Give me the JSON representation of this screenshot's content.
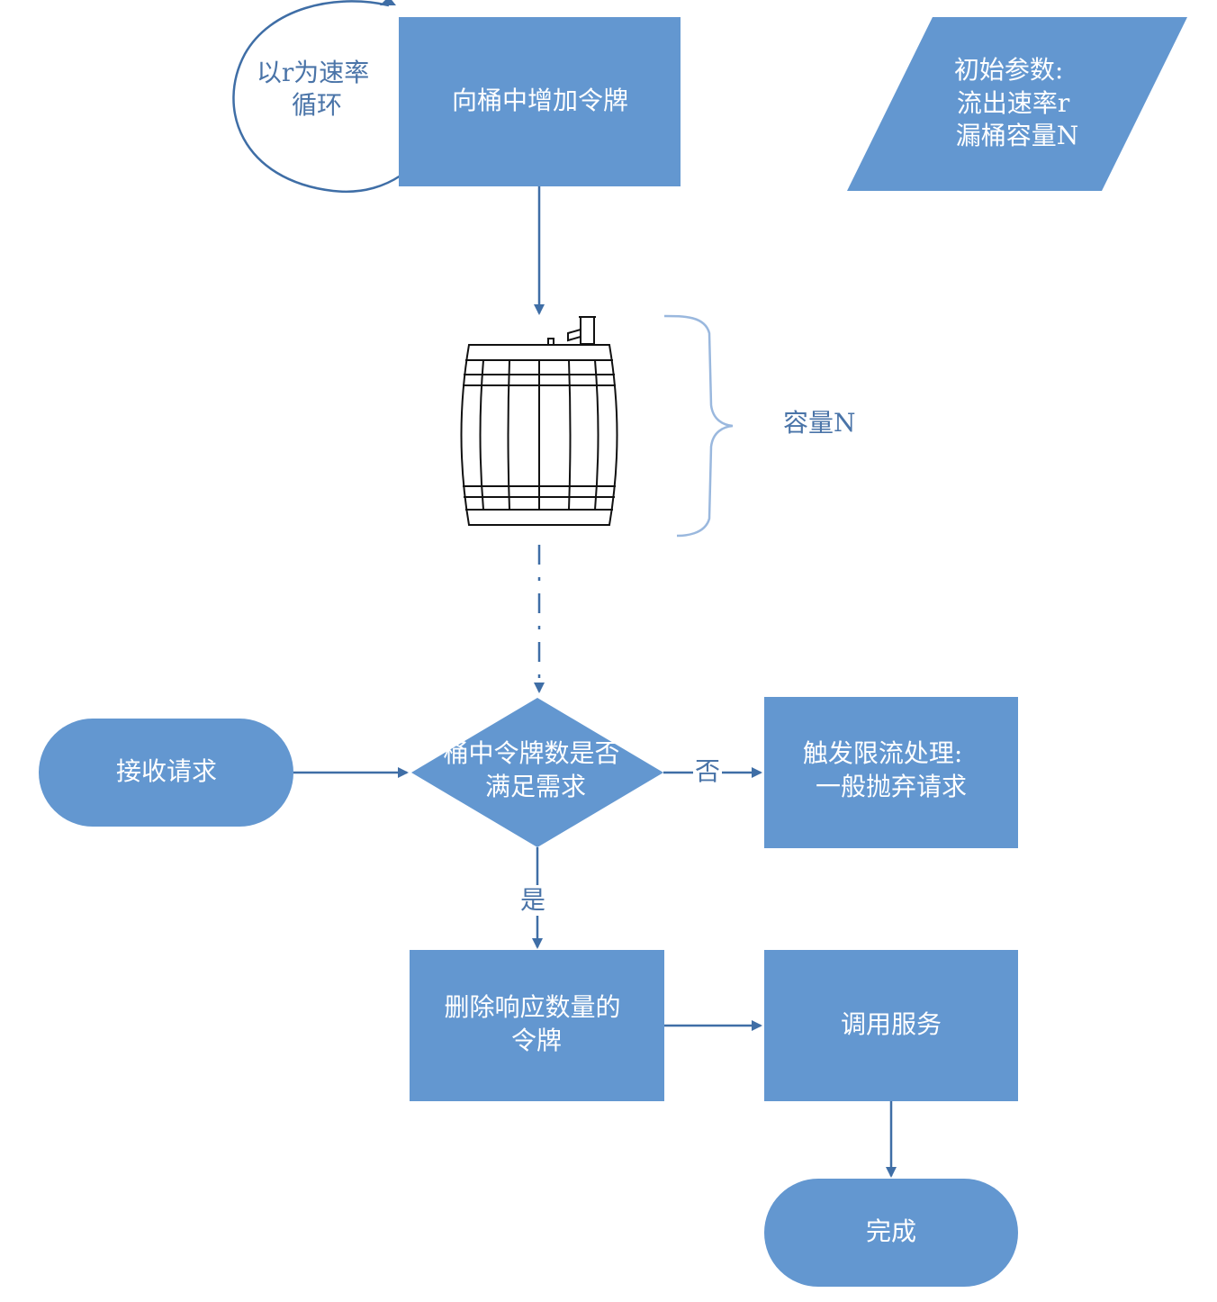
{
  "colors": {
    "node_fill": "#6397d0",
    "edge": "#3f6ea6",
    "brace": "#9ab8de",
    "loop_text": "#4a74a8",
    "barrel_stroke": "#111111"
  },
  "loop": {
    "label_lines": [
      "以r为速率",
      "循环"
    ]
  },
  "nodes": {
    "add_tokens": {
      "lines": [
        "向桶中增加令牌"
      ]
    },
    "init_params": {
      "lines": [
        "初始参数:",
        "流出速率r",
        "漏桶容量N"
      ]
    },
    "capacity": {
      "label": "容量N"
    },
    "receive": {
      "lines": [
        "接收请求"
      ]
    },
    "check": {
      "lines": [
        "桶中令牌数是否",
        "满足需求"
      ]
    },
    "limit": {
      "lines": [
        "触发限流处理:",
        "一般抛弃请求"
      ]
    },
    "remove": {
      "lines": [
        "删除响应数量的",
        "令牌"
      ]
    },
    "invoke": {
      "lines": [
        "调用服务"
      ]
    },
    "done": {
      "lines": [
        "完成"
      ]
    }
  },
  "edges": {
    "no_label": "否",
    "yes_label": "是"
  },
  "barrel": {
    "icon": "barrel-icon"
  }
}
